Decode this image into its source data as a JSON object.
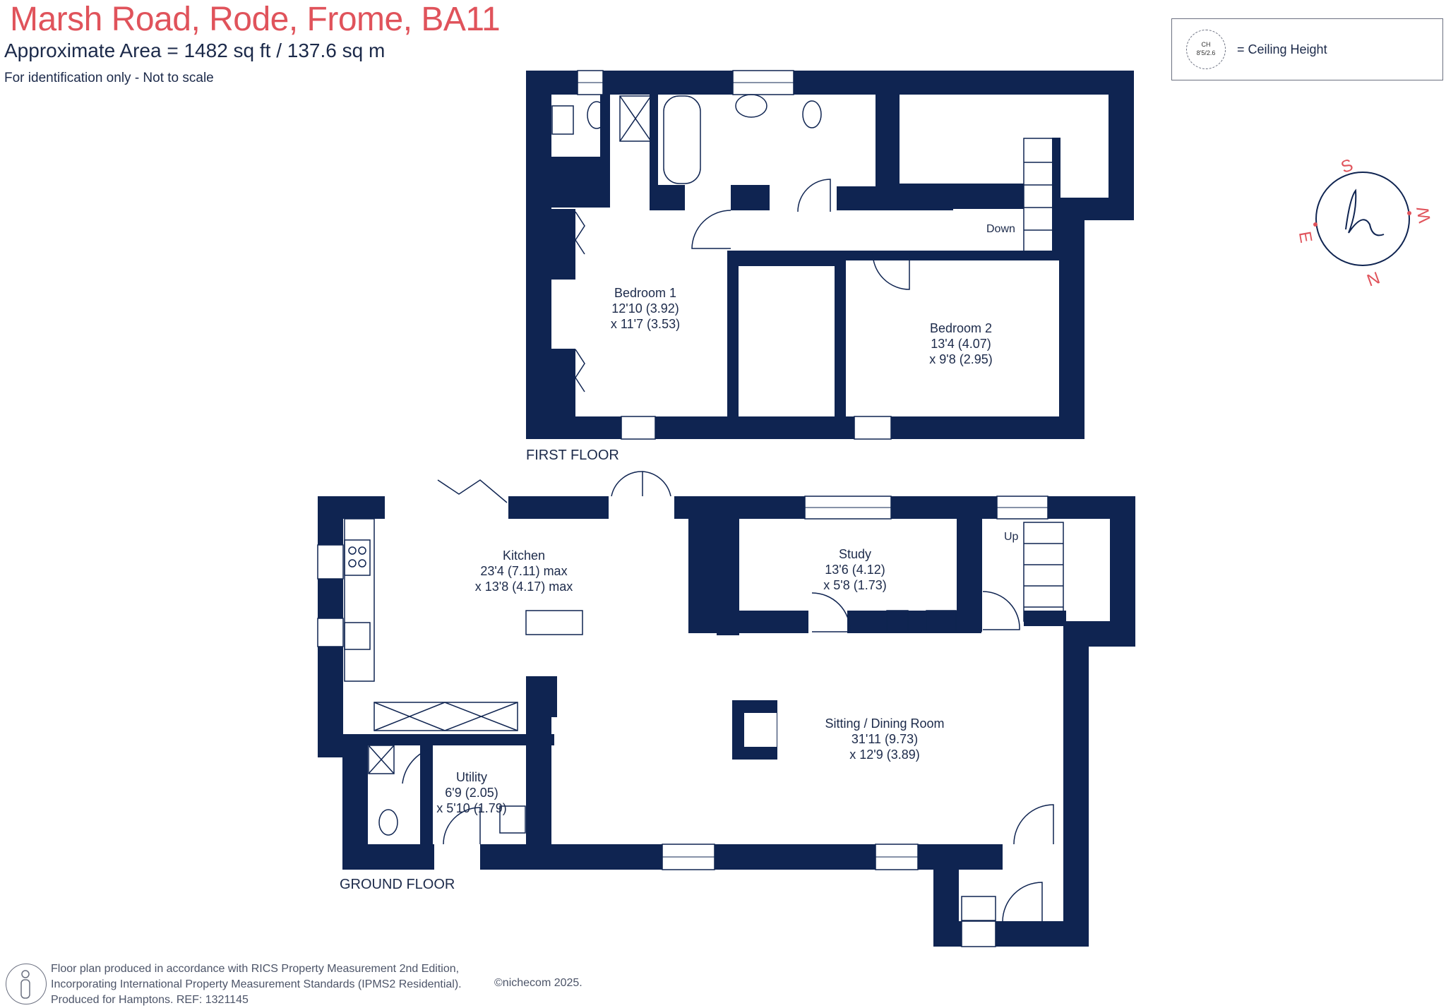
{
  "header": {
    "title": "Marsh Road, Rode, Frome, BA11",
    "area": "Approximate Area = 1482 sq ft / 137.6 sq m",
    "note": "For identification only - Not to scale"
  },
  "legend": {
    "ch_top": "CH",
    "ch_value": "8'5/2.6",
    "label": "= Ceiling Height"
  },
  "compass": {
    "s": "S",
    "w": "W",
    "n": "N",
    "e": "E"
  },
  "first_floor": {
    "label": "FIRST FLOOR",
    "down_label": "Down",
    "bedroom1": {
      "name": "Bedroom 1",
      "dim1": "12'10 (3.92)",
      "dim2": "x 11'7 (3.53)"
    },
    "bedroom2": {
      "name": "Bedroom 2",
      "dim1": "13'4 (4.07)",
      "dim2": "x 9'8 (2.95)"
    }
  },
  "ground_floor": {
    "label": "GROUND FLOOR",
    "up_label": "Up",
    "kitchen": {
      "name": "Kitchen",
      "dim1": "23'4 (7.11) max",
      "dim2": "x 13'8 (4.17) max"
    },
    "study": {
      "name": "Study",
      "dim1": "13'6 (4.12)",
      "dim2": "x 5'8 (1.73)"
    },
    "sitting": {
      "name": "Sitting / Dining Room",
      "dim1": "31'11 (9.73)",
      "dim2": "x 12'9 (3.89)"
    },
    "utility": {
      "name": "Utility",
      "dim1": "6'9 (2.05)",
      "dim2": "x 5'10 (1.79)"
    }
  },
  "footer": {
    "line1": "Floor plan produced in accordance with RICS Property Measurement 2nd Edition,",
    "line2": "Incorporating International Property Measurement Standards (IPMS2 Residential).",
    "line3": "Produced for Hamptons.   REF: 1321145",
    "copyright": "©nichecom 2025."
  },
  "colors": {
    "wall": "#0f2451",
    "title": "#e0535b",
    "compass": "#e0535b"
  }
}
